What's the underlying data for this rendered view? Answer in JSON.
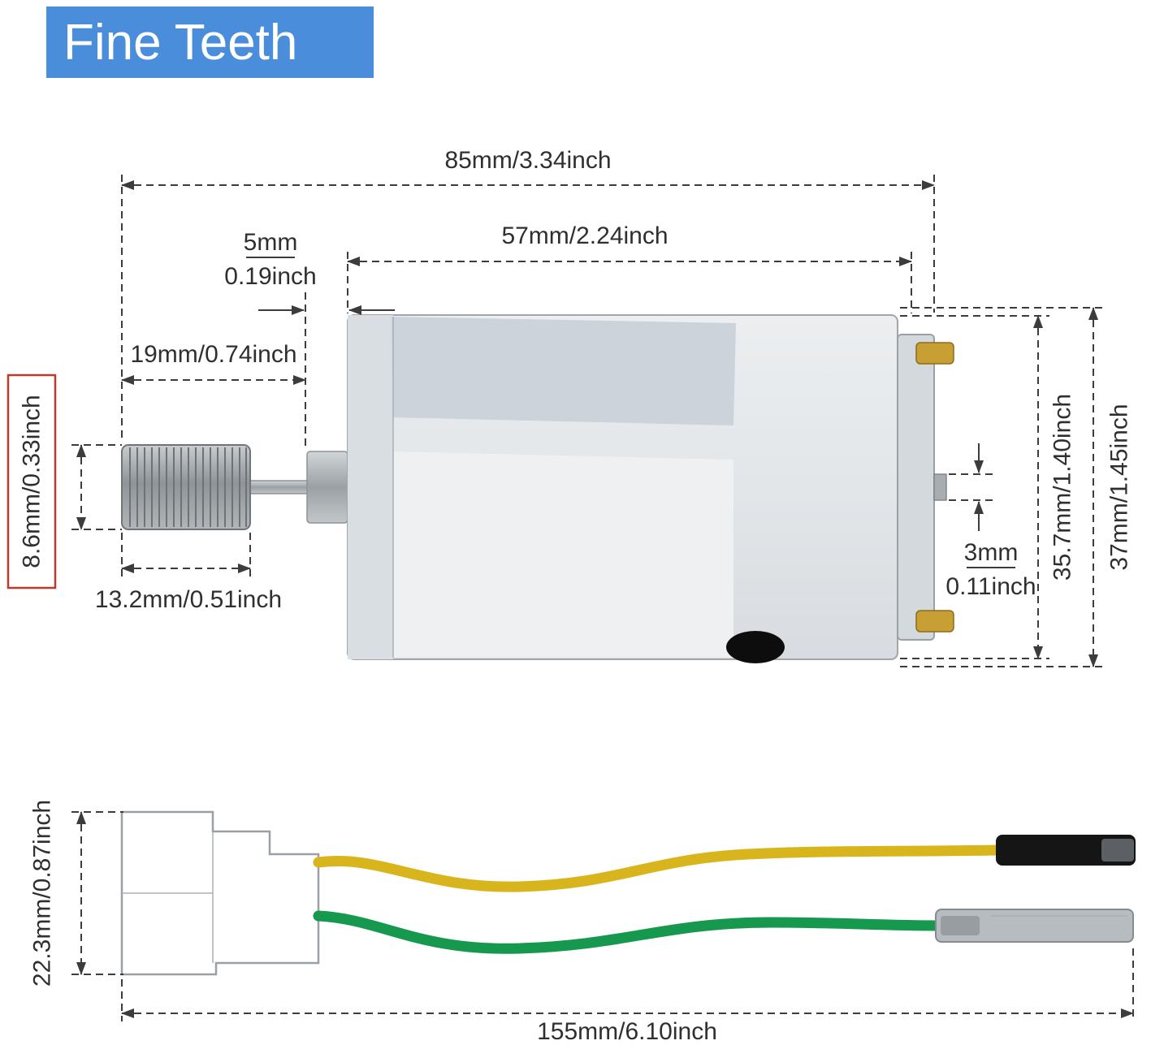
{
  "badge": {
    "label": "Fine Teeth",
    "bg": "#4a8edb",
    "fg": "#ffffff"
  },
  "dims": {
    "overall_length": "85mm/3.34inch",
    "body_length": "57mm/2.24inch",
    "boss_length_mm": "5mm",
    "boss_length_in": "0.19inch",
    "shaft_length": "19mm/0.74inch",
    "gear_diameter": "8.6mm/0.33inch",
    "gear_length": "13.2mm/0.51inch",
    "can_diameter": "35.7mm/1.40inch",
    "overall_diameter": "37mm/1.45inch",
    "rear_shaft_mm": "3mm",
    "rear_shaft_in": "0.11inch",
    "connector_height": "22.3mm/0.87inch",
    "cable_length": "155mm/6.10inch"
  },
  "colors": {
    "wire_yellow": "#d8b51c",
    "wire_green": "#17984f",
    "highlight_red": "#c03a2b",
    "terminal_gold": "#c79f33",
    "line": "#3c3c3c"
  }
}
